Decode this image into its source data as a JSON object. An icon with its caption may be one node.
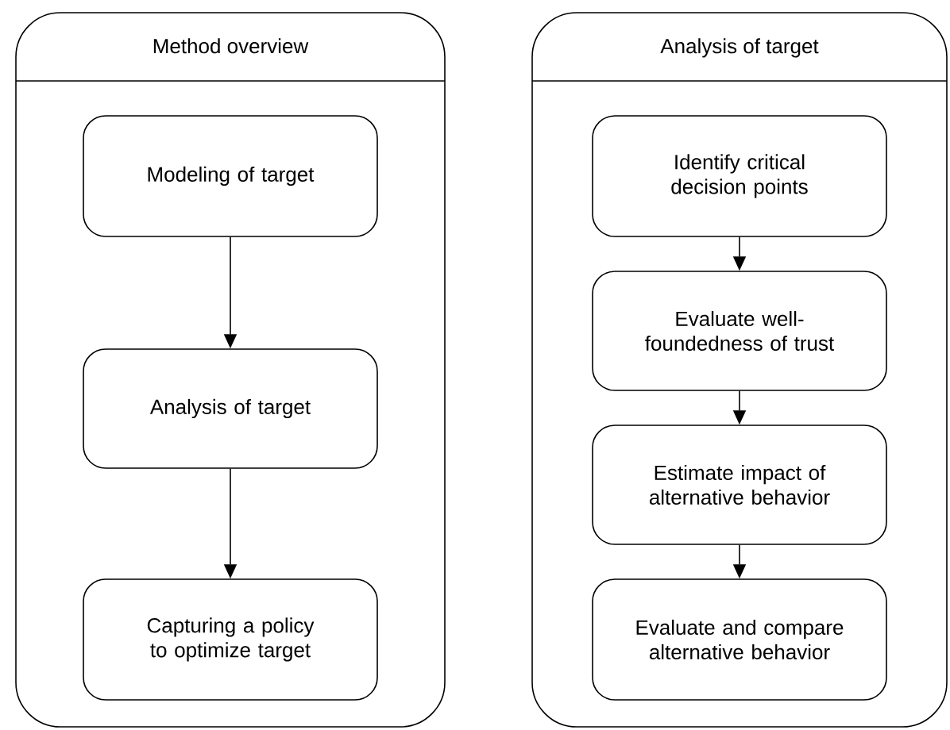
{
  "diagram": {
    "nodes": [
      {
        "text": [
          "Method overview"
        ]
      },
      {
        "text": [
          "Modeling of target"
        ],
        "in": 0
      },
      {
        "text": [
          "Analysis of target"
        ],
        "in": 0
      },
      {
        "text": [
          "Capturing a policy to optimize target"
        ],
        "in": 0
      },
      {
        "text": [
          "Analysis of target"
        ]
      },
      {
        "text": [
          "Identify critical decision points"
        ],
        "in": 4
      },
      {
        "text": [
          "Evaluate well-foundedness of trust"
        ],
        "in": 4
      },
      {
        "text": [
          "Estimate impact of alternative behavior"
        ],
        "in": 4
      },
      {
        "text": [
          "Evaluate and compare alternative behavior"
        ],
        "in": 4
      }
    ],
    "edges": [
      {
        "from": 1,
        "to": 2,
        "arrow": "to"
      },
      {
        "from": 2,
        "to": 3,
        "arrow": "to"
      },
      {
        "from": 5,
        "to": 6,
        "arrow": "to"
      },
      {
        "from": 6,
        "to": 7,
        "arrow": "to"
      },
      {
        "from": 7,
        "to": 8,
        "arrow": "to"
      }
    ]
  }
}
